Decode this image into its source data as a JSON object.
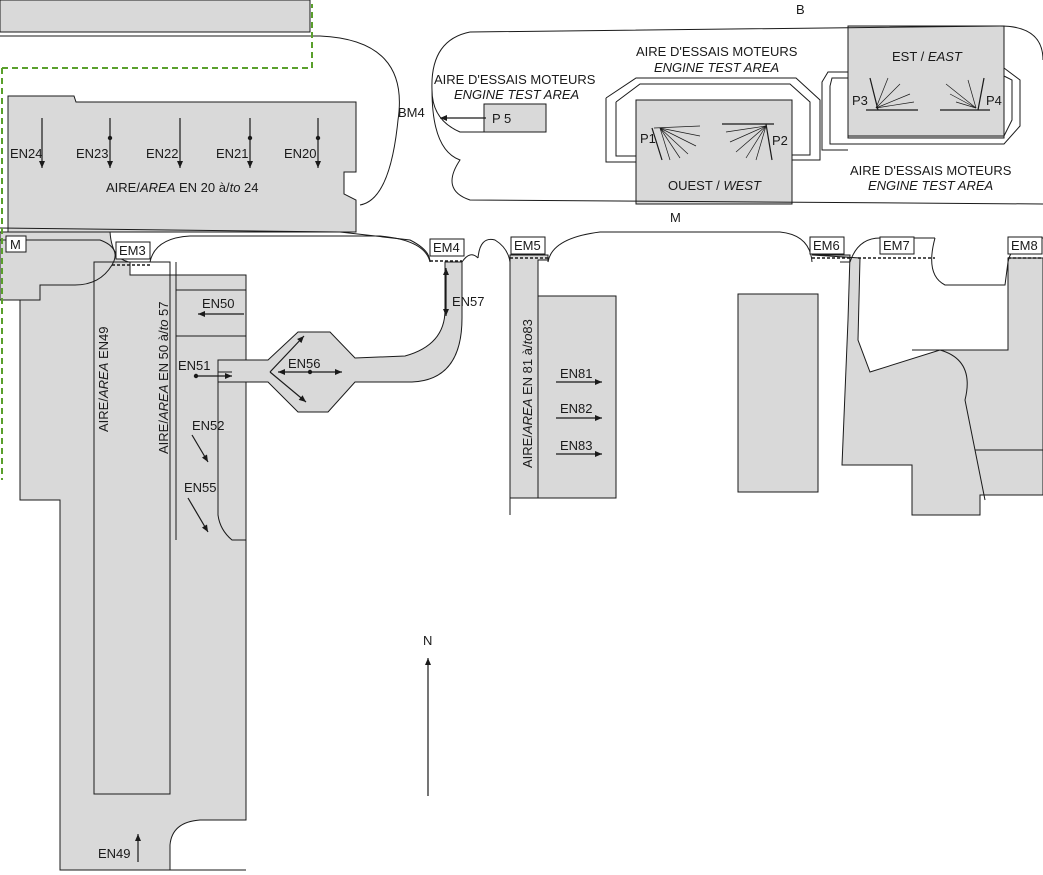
{
  "map": {
    "label_b": "B",
    "label_m_top": "M",
    "label_m_left": "M",
    "bm4": "BM4",
    "p5": "P 5",
    "test_area_fr": "AIRE D'ESSAIS MOTEURS",
    "test_area_en": "ENGINE TEST AREA",
    "est_fr": "EST /",
    "est_en": "EAST",
    "ouest_fr": "OUEST /",
    "ouest_en": "WEST",
    "p1": "P1",
    "p2": "P2",
    "p3": "P3",
    "p4": "P4",
    "north": "N",
    "area_20_pre": "AIRE/",
    "area_20_it": "AREA",
    "area_20_mid": " EN 20 à/",
    "area_20_it2": "to",
    "area_20_post": " 24",
    "area_49_pre": "AIRE/",
    "area_49_it": "AREA",
    "area_49_post": " EN49",
    "area_50_pre": "AIRE/",
    "area_50_it": "AREA",
    "area_50_mid": " EN 50 à/",
    "area_50_it2": "to",
    "area_50_post": " 57",
    "area_81_pre": "AIRE/",
    "area_81_it": "AREA",
    "area_81_mid": " EN 81 à/",
    "area_81_it2": "to",
    "area_81_post": "83",
    "stands": {
      "en24": "EN24",
      "en23": "EN23",
      "en22": "EN22",
      "en21": "EN21",
      "en20": "EN20",
      "en50": "EN50",
      "en51": "EN51",
      "en52": "EN52",
      "en55": "EN55",
      "en56": "EN56",
      "en57": "EN57",
      "en81": "EN81",
      "en82": "EN82",
      "en83": "EN83",
      "en49": "EN49"
    },
    "em": {
      "em3": "EM3",
      "em4": "EM4",
      "em5": "EM5",
      "em6": "EM6",
      "em7": "EM7",
      "em8": "EM8"
    },
    "colors": {
      "pad": "#d9d9d9",
      "line": "#1a1a1a",
      "boundary": "#5aa02c"
    }
  }
}
